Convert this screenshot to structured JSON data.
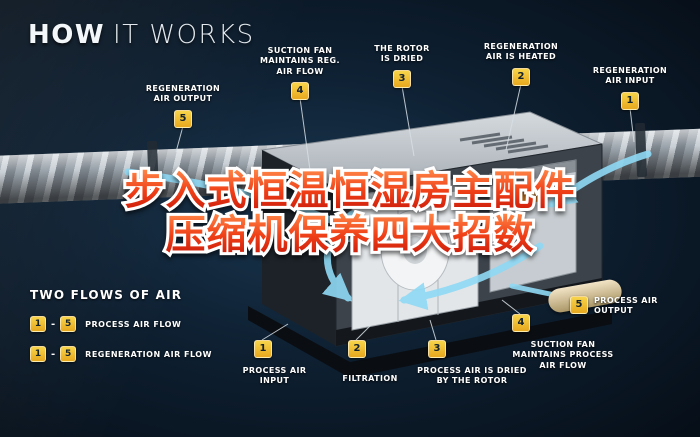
{
  "title": {
    "bold": "HOW",
    "light": "IT WORKS"
  },
  "overlay": {
    "line1": "步入式恒温恒湿房主配件",
    "line2": "压缩机保养四大招数"
  },
  "legend": {
    "header": "TWO FLOWS OF AIR",
    "separator": "-",
    "rows": [
      {
        "from": "1",
        "to": "5",
        "label": "PROCESS AIR FLOW"
      },
      {
        "from": "1",
        "to": "5",
        "label": "REGENERATION AIR FLOW"
      }
    ]
  },
  "callouts": [
    {
      "num": "5",
      "label": "REGENERATION AIR OUTPUT"
    },
    {
      "num": "4",
      "label": "SUCTION FAN MAINTAINS REG. AIR FLOW"
    },
    {
      "num": "3",
      "label": "THE ROTOR IS DRIED"
    },
    {
      "num": "2",
      "label": "REGENERATION AIR IS HEATED"
    },
    {
      "num": "1",
      "label": "REGENERATION AIR INPUT"
    },
    {
      "num": "5",
      "label": "PROCESS AIR OUTPUT"
    },
    {
      "num": "4",
      "label": "SUCTION FAN MAINTAINS PROCESS AIR FLOW"
    },
    {
      "num": "3",
      "label": "PROCESS AIR IS DRIED BY THE ROTOR"
    },
    {
      "num": "2",
      "label": "FILTRATION"
    },
    {
      "num": "1",
      "label": "PROCESS AIR INPUT"
    }
  ],
  "colors": {
    "badge": "#f2c230",
    "overlay_red": "#e8351a",
    "swoosh": "#8fd9f5",
    "background": "#0e2032"
  }
}
